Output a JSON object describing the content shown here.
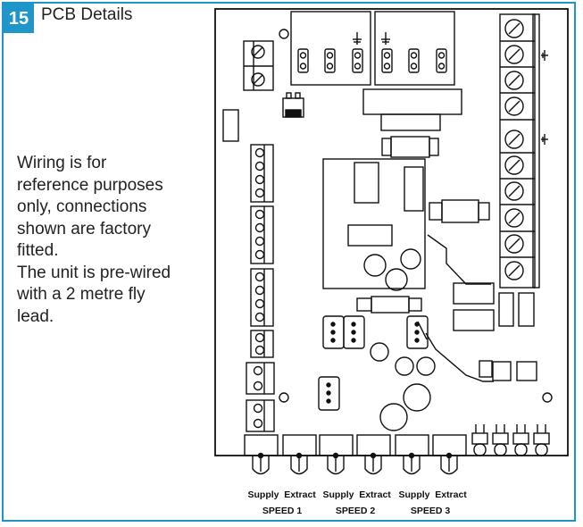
{
  "section": {
    "number": "15",
    "title": "PCB Details"
  },
  "note": {
    "line1": "Wiring is for",
    "line2": "reference purposes",
    "line3": "only, connections",
    "line4": "shown are factory",
    "line5": "fitted.",
    "line6": "The unit is pre-wired",
    "line7": "with a 2 metre fly",
    "line8": "lead."
  },
  "connectors": {
    "supply": "Supply",
    "extract": "Extract",
    "speed1": "SPEED 1",
    "speed2": "SPEED 2",
    "speed3": "SPEED 3"
  },
  "colors": {
    "accent": "#1f95c9",
    "line": "#111111"
  }
}
